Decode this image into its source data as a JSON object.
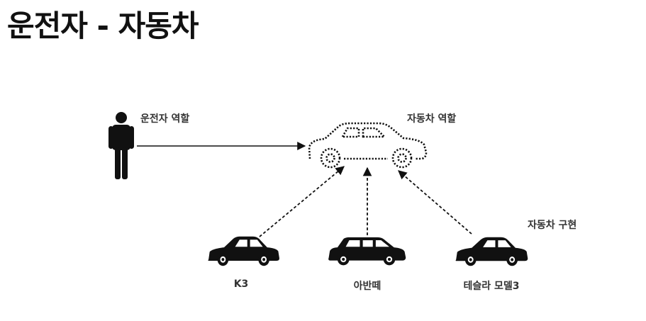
{
  "title": "운전자 - 자동차",
  "labels": {
    "driver_role": "운전자 역할",
    "car_role": "자동차 역할",
    "car_impl": "자동차 구현"
  },
  "cars": [
    {
      "name": "K3",
      "icon": "sedan-icon"
    },
    {
      "name": "아반떼",
      "icon": "wagon-icon"
    },
    {
      "name": "테슬라 모델3",
      "icon": "sedan-icon"
    }
  ],
  "colors": {
    "ink": "#111111",
    "text": "#333333"
  }
}
